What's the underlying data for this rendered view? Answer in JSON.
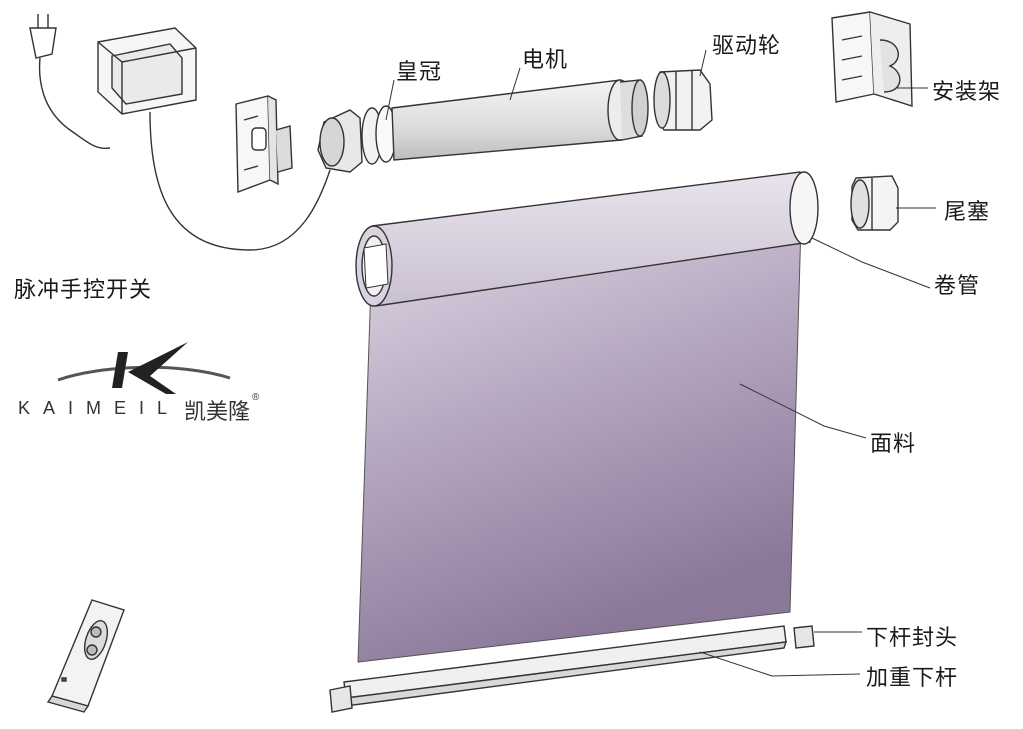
{
  "labels": {
    "crown": "皇冠",
    "motor": "电机",
    "drive_wheel": "驱动轮",
    "bracket": "安装架",
    "end_plug": "尾塞",
    "tube": "卷管",
    "fabric": "面料",
    "bottom_rail_cap": "下杆封头",
    "bottom_rail": "加重下杆",
    "pulse_switch": "脉冲手控开关"
  },
  "logo": {
    "latin": "KAIMEIL",
    "chinese": "凯美隆",
    "registered": "®"
  },
  "colors": {
    "fabric_top": "#ddd6e2",
    "fabric_bottom": "#8e7a9c",
    "line": "#333333"
  }
}
